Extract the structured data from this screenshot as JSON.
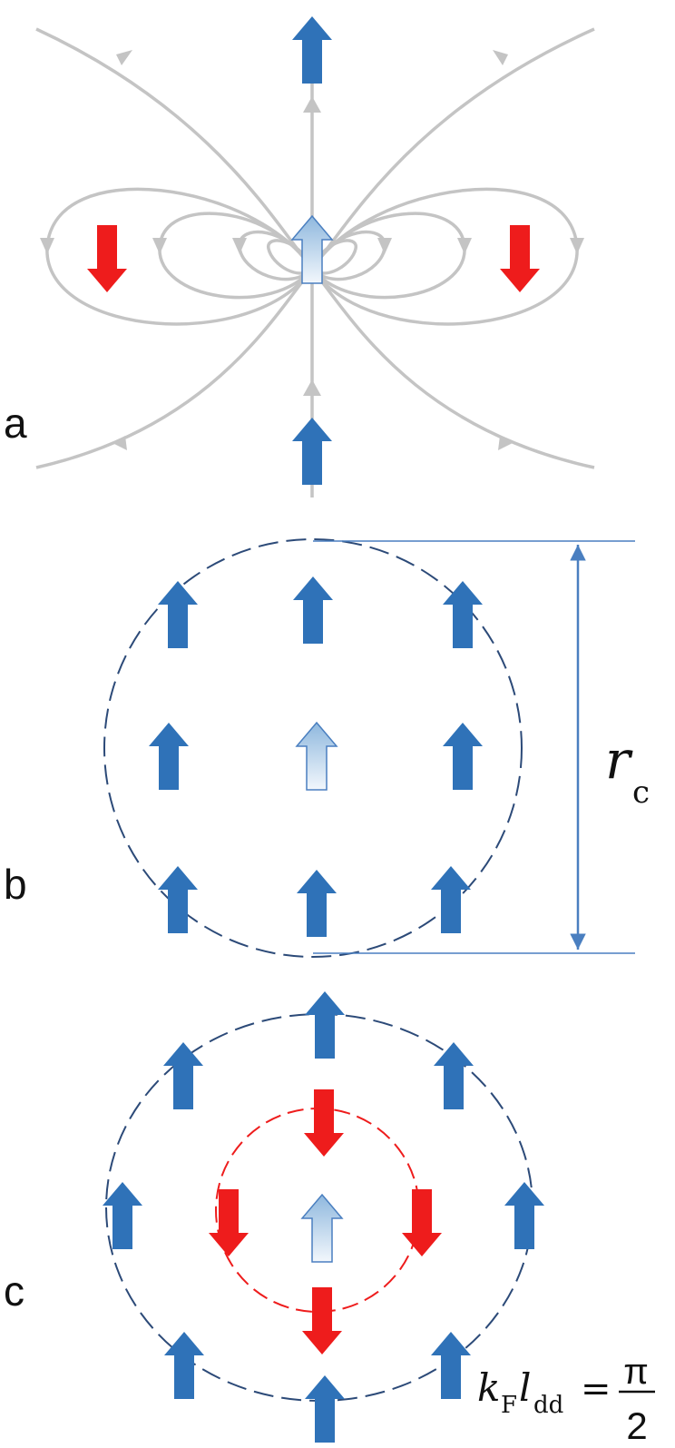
{
  "panels": {
    "a": {
      "label": "a"
    },
    "b": {
      "label": "b",
      "radius_label": {
        "symbol": "r",
        "subscript": "c"
      }
    },
    "c": {
      "label": "c",
      "equation": {
        "k": "k",
        "k_sub": "F",
        "l": "l",
        "l_sub": "dd",
        "equals": "=",
        "numerator": "π",
        "denominator": "2"
      }
    }
  },
  "colors": {
    "spin_up": "#2f72b8",
    "spin_down": "#ee1c1c",
    "central_spin_light": "#d8e7f5",
    "central_spin_dark": "#8fb8de",
    "field_lines": "#c4c4c4",
    "cutoff_line": "#4a7fc0",
    "outer_ring": "#2c4a78",
    "inner_ring": "#ee1c1c"
  },
  "icons": {
    "up": "spin-up-arrow-icon",
    "down": "spin-down-arrow-icon",
    "central": "central-spin-arrow-icon"
  }
}
